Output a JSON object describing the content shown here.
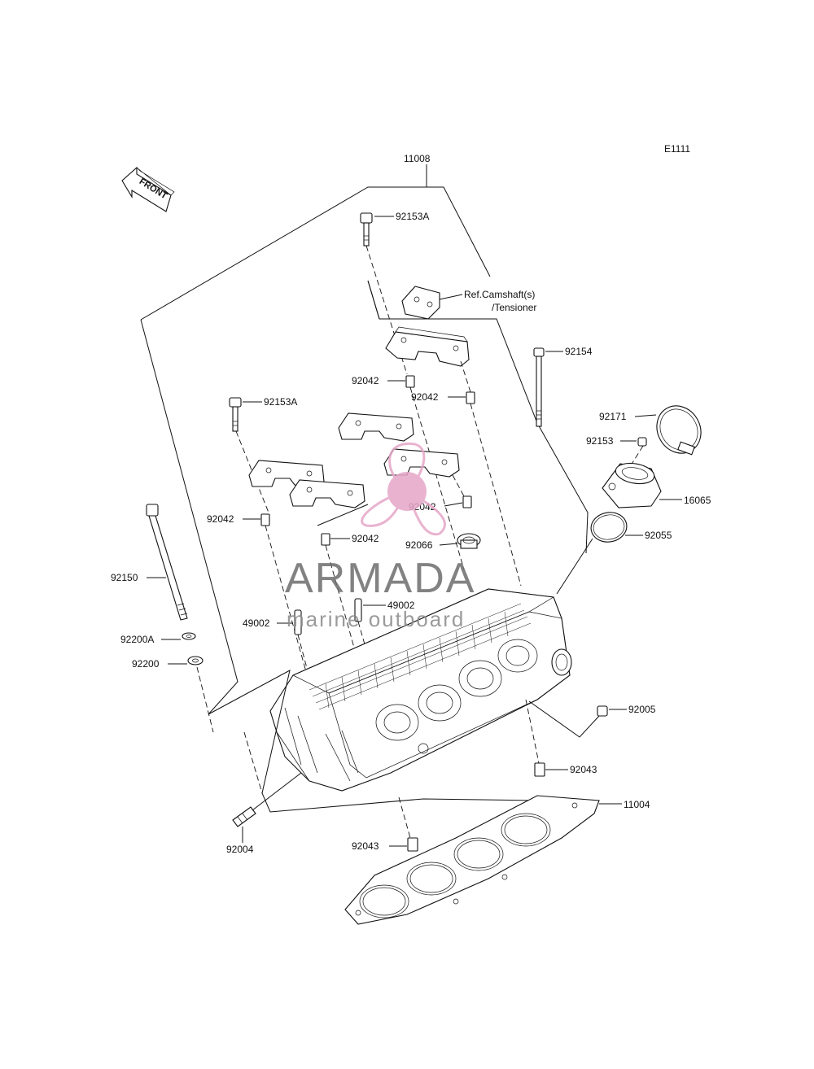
{
  "diagram_code": "E1111",
  "front_label": "FRONT",
  "watermark": {
    "brand": "ARMADA",
    "tagline": "marine outboard",
    "color": "#e6a6c8"
  },
  "parts": {
    "p11008": "11008",
    "p92153A_top": "92153A",
    "ref_line1": "Ref.Camshaft(s)",
    "ref_line2": "/Tensioner",
    "p92154": "92154",
    "p92042_a": "92042",
    "p92042_b": "92042",
    "p92153A_mid": "92153A",
    "p92171": "92171",
    "p92153": "92153",
    "p16065": "16065",
    "p92042_c": "92042",
    "p92042_d": "92042",
    "p92042_e": "92042",
    "p92066": "92066",
    "p92055": "92055",
    "p92150": "92150",
    "p49002_a": "49002",
    "p49002_b": "49002",
    "p92200A": "92200A",
    "p92200": "92200",
    "p92005": "92005",
    "p92043_a": "92043",
    "p11004": "11004",
    "p92004": "92004",
    "p92043_b": "92043"
  }
}
